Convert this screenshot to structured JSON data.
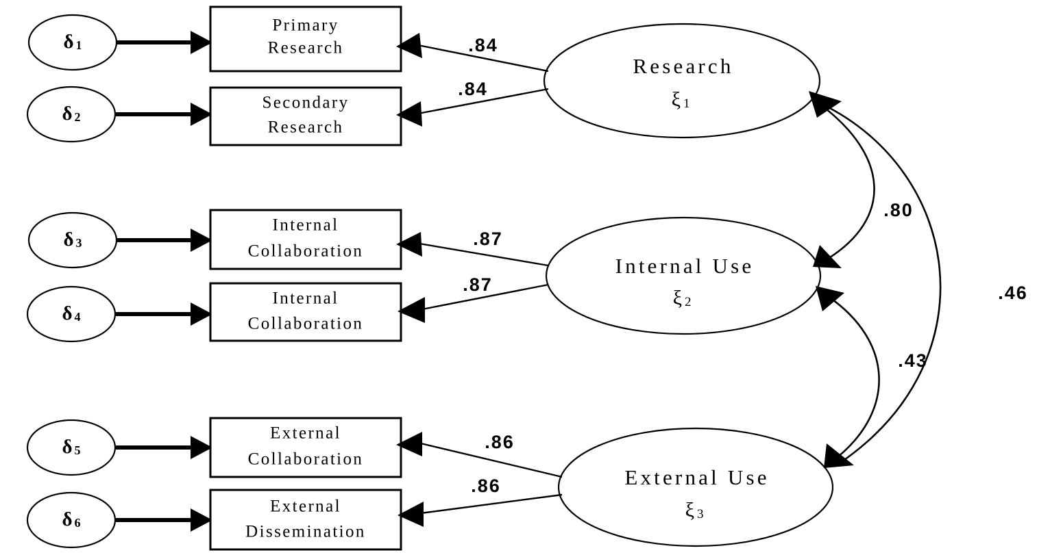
{
  "diagram": {
    "type": "structural-equation-model",
    "title": "",
    "colors": {
      "stroke": "#000000",
      "fill": "#ffffff",
      "text": "#000000"
    }
  },
  "error_terms": [
    {
      "id": "d1",
      "symbol": "δ",
      "subscript": "1",
      "label": "δ1"
    },
    {
      "id": "d2",
      "symbol": "δ",
      "subscript": "2",
      "label": "δ2"
    },
    {
      "id": "d3",
      "symbol": "δ",
      "subscript": "3",
      "label": "δ3"
    },
    {
      "id": "d4",
      "symbol": "δ",
      "subscript": "4",
      "label": "δ4"
    },
    {
      "id": "d5",
      "symbol": "δ",
      "subscript": "5",
      "label": "δ5"
    },
    {
      "id": "d6",
      "symbol": "δ",
      "subscript": "6",
      "label": "δ6"
    }
  ],
  "indicators": [
    {
      "id": "x1",
      "line1": "Primary",
      "line2": "Research"
    },
    {
      "id": "x2",
      "line1": "Secondary",
      "line2": "Research"
    },
    {
      "id": "x3",
      "line1": "Internal",
      "line2": "Collaboration"
    },
    {
      "id": "x4",
      "line1": "Internal",
      "line2": "Collaboration"
    },
    {
      "id": "x5",
      "line1": "External",
      "line2": "Collaboration"
    },
    {
      "id": "x6",
      "line1": "External",
      "line2": "Dissemination"
    }
  ],
  "latent_factors": [
    {
      "id": "xi1",
      "name": "Research",
      "symbol": "ξ",
      "subscript": "1"
    },
    {
      "id": "xi2",
      "name": "Internal Use",
      "symbol": "ξ",
      "subscript": "2"
    },
    {
      "id": "xi3",
      "name": "External Use",
      "symbol": "ξ",
      "subscript": "3"
    }
  ],
  "loadings": [
    {
      "from": "xi1",
      "to": "x1",
      "value": ".84"
    },
    {
      "from": "xi1",
      "to": "x2",
      "value": ".84"
    },
    {
      "from": "xi2",
      "to": "x3",
      "value": ".87"
    },
    {
      "from": "xi2",
      "to": "x4",
      "value": ".87"
    },
    {
      "from": "xi3",
      "to": "x5",
      "value": ".86"
    },
    {
      "from": "xi3",
      "to": "x6",
      "value": ".86"
    }
  ],
  "correlations": [
    {
      "between": [
        "xi1",
        "xi2"
      ],
      "value": ".80"
    },
    {
      "between": [
        "xi2",
        "xi3"
      ],
      "value": ".43"
    },
    {
      "between": [
        "xi1",
        "xi3"
      ],
      "value": ".46"
    }
  ]
}
